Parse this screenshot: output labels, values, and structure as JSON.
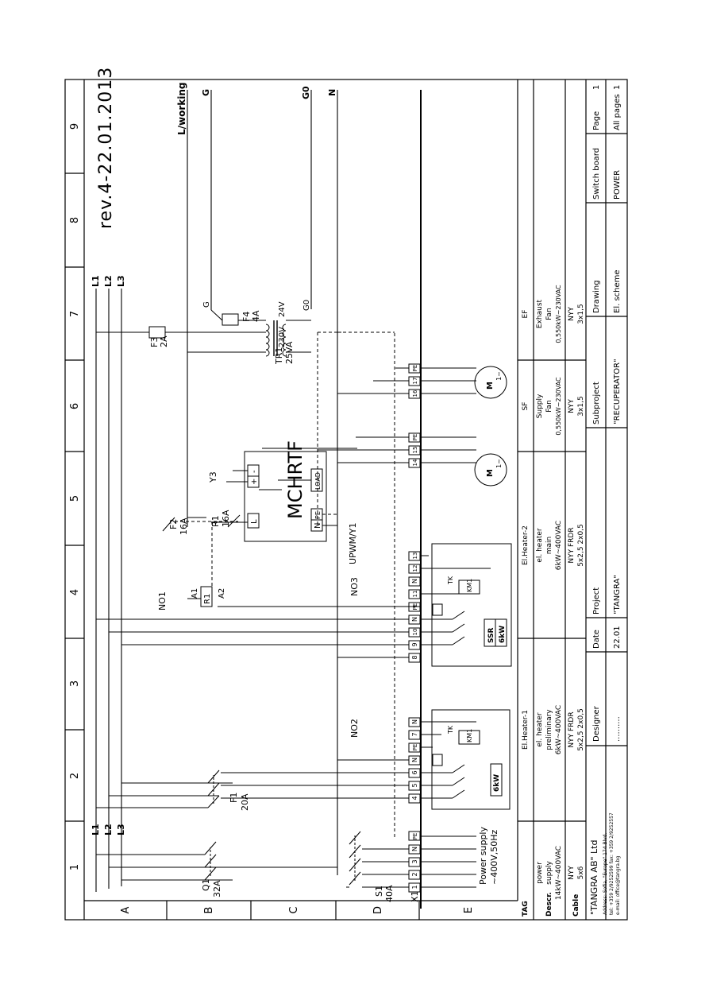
{
  "revision": "rev.4-22.01.2013",
  "grid_columns": [
    "1",
    "2",
    "3",
    "4",
    "5",
    "6",
    "7",
    "8",
    "9"
  ],
  "grid_rows": [
    "A",
    "B",
    "C",
    "D",
    "E"
  ],
  "buses": {
    "l1": "L1",
    "l2": "L2",
    "l3": "L3",
    "lw": "L/working",
    "g": "G",
    "g0": "G0",
    "n": "N"
  },
  "terminal_block": {
    "tag": "X1",
    "terminals": [
      "1",
      "2",
      "3",
      "N",
      "PE",
      "4",
      "5",
      "6",
      "N",
      "PE",
      "7",
      "N",
      "8",
      "9",
      "10",
      "N",
      "PE",
      "11",
      "N",
      "12",
      "13",
      "14",
      "15",
      "PE",
      "16",
      "17",
      "PE"
    ]
  },
  "components": {
    "s1": {
      "tag": "S1",
      "rating": "40A"
    },
    "q1": {
      "tag": "Q1",
      "rating": "32A"
    },
    "f1": {
      "tag": "F1",
      "rating": "20A"
    },
    "f2": {
      "tag": "F2",
      "rating": "16A"
    },
    "r1": {
      "tag": "R1",
      "rating": "16A",
      "coil": "R1",
      "a1": "A1",
      "a2": "A2"
    },
    "f3": {
      "tag": "F3",
      "rating": "2A"
    },
    "f4": {
      "tag": "F4",
      "rating": "4A"
    },
    "tr1": {
      "tag": "TR1",
      "rating": "25VA",
      "primary": "230V",
      "secondary": "24V"
    },
    "mchrtf": {
      "name": "MCHRTF",
      "l": "L",
      "n": "N",
      "pe": "PE",
      "load": "LOAD",
      "plus": "+",
      "minus": "-"
    },
    "y3": "Y3",
    "upwm": "UPWM/Y1",
    "no1": "NO1",
    "no2": "NO2",
    "no3": "NO3",
    "heater_rating": "6kW",
    "ssr": "SSR",
    "km1": "KM1",
    "tk": "TK",
    "motor_label": "M",
    "motor_phase": "1~"
  },
  "power_supply_note": [
    "Power supply",
    "~400V,50Hz"
  ],
  "tag_table": {
    "row_headers": [
      "TAG",
      "Descr.",
      "Cable"
    ],
    "columns": [
      {
        "tag": "",
        "descr": [
          "power",
          "supply",
          "14kW~400VAC"
        ],
        "cable": [
          "NYY",
          "5x6"
        ]
      },
      {
        "tag": "El.Heater-1",
        "descr": [
          "el. heater",
          "preliminary",
          "6kW~400VAC"
        ],
        "cable": [
          "NYY  FRDR",
          "5x2,5  2x0,5"
        ]
      },
      {
        "tag": "El.Heater-2",
        "descr": [
          "el. heater",
          "main",
          "6kW~400VAC"
        ],
        "cable": [
          "NYY  FRDR",
          "5x2,5  2x0,5"
        ]
      },
      {
        "tag": "SF",
        "descr": [
          "Supply",
          "Fan",
          "0,550kW~230VAC"
        ],
        "cable": [
          "NYY",
          "3x1,5"
        ]
      },
      {
        "tag": "EF",
        "descr": [
          "Exhaust",
          "Fan",
          "0,550kW~230VAC"
        ],
        "cable": [
          "NYY",
          "3x1,5"
        ]
      }
    ]
  },
  "title_block": {
    "company": "\"TANGRA AB\" Ltd",
    "address": [
      "Address: Sofia, \"Europe\" 174 Blvd.",
      "tel: +359 2/9252599  fax: +359 2/9252557",
      "e-mail: office@tangra.bg"
    ],
    "designer_label": "Designer",
    "designer_value": "..........",
    "date_label": "Date",
    "date_value": "22.01",
    "project_label": "Project",
    "project_value": "\"TANGRA\"",
    "subproject_label": "Subproject",
    "subproject_value": "\"RECUPERATOR\"",
    "drawing_label": "Drawing",
    "drawing_value": "El. scheme",
    "board_label": "Switch board",
    "board_value": "POWER",
    "page_label": "Page",
    "page_value": "1",
    "allpages_label": "All pages",
    "allpages_value": "1"
  }
}
